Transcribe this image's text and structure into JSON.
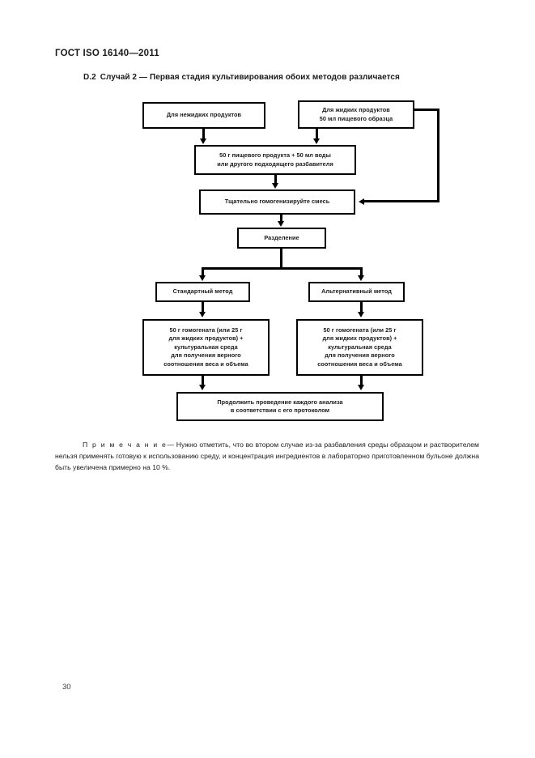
{
  "document": {
    "standard_header": "ГОСТ ISO 16140—2011",
    "page_number": "30"
  },
  "section": {
    "number": "D.2",
    "label": "Случай 2",
    "dash": "—",
    "title": "Первая стадия культивирования обоих методов различается"
  },
  "flowchart": {
    "nodes": {
      "solid_products": {
        "line1": "Для нежидких продуктов"
      },
      "liquid_products": {
        "line1": "Для жидких продуктов",
        "line2": "50 мл пищевого образца"
      },
      "dilute": {
        "line1": "50 г пищевого продукта + 50 мл воды",
        "line2": "или другого подходящего разбавителя"
      },
      "homogenize": {
        "line1": "Тщательно гомогенизируйте смесь"
      },
      "split": {
        "line1": "Разделение"
      },
      "standard_method": {
        "line1": "Стандартный метод"
      },
      "alternative_method": {
        "line1": "Альтернативный метод"
      },
      "standard_medium": {
        "line1": "50 г гомогената (или 25 г",
        "line2": "для жидких продуктов) +",
        "line3": "культуральная среда",
        "line4": "для получения верного",
        "line5": "соотношения веса и объема"
      },
      "alternative_medium": {
        "line1": "50 г гомогената (или 25 г",
        "line2": "для жидких продуктов) +",
        "line3": "культуральная среда",
        "line4": "для получения верного",
        "line5": "соотношения веса и объема"
      },
      "final": {
        "line1": "Продолжить проведение каждого анализа",
        "line2": "в соответствии с его протоколом"
      }
    }
  },
  "note": {
    "lead": "П р и м е ч а н и е",
    "dash": "—",
    "text": "Нужно отметить, что во втором случае из-за разбавления среды образцом и растворителем нельзя применять готовую к использованию среду, и концентрация ингредиентов в лабораторно приготовленном бульоне должна быть увеличена примерно на 10 %."
  }
}
